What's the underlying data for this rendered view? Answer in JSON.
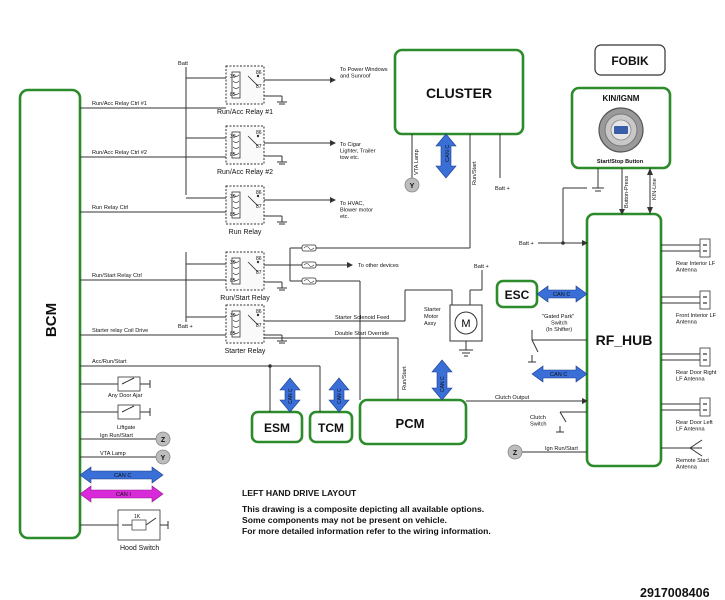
{
  "modules": {
    "bcm": "BCM",
    "cluster": "CLUSTER",
    "fobik": "FOBIK",
    "kin_ignm": "KIN/IGNM",
    "start_stop_button": "Start/Stop Button",
    "rf_hub": "RF_HUB",
    "esc": "ESC",
    "esm": "ESM",
    "tcm": "TCM",
    "pcm": "PCM",
    "starter_motor": "Starter\nMotor\nAssy"
  },
  "relays": [
    {
      "name": "Run/Acc Relay #1",
      "ctrl": "Run/Acc Relay Ctrl #1",
      "load": "To Power Windows\nand Sunroof"
    },
    {
      "name": "Run/Acc Relay #2",
      "ctrl": "Run/Acc Relay Ctrl #2",
      "load": "To Cigar\nLighter, Trailer\ntow etc."
    },
    {
      "name": "Run Relay",
      "ctrl": "Run Relay Ctrl",
      "load": "To HVAC,\nBlower motor\netc."
    },
    {
      "name": "Run/Start Relay",
      "ctrl": "Run/Start Relay Ctrl",
      "load": "To other devices"
    },
    {
      "name": "Starter Relay",
      "ctrl": "Starter relay Coil Drive",
      "load": ""
    }
  ],
  "relay_pins": [
    "30",
    "86",
    "87",
    "85"
  ],
  "wire_labels": {
    "batt": "Batt",
    "batt_plus": "Batt +",
    "acc_run_start": "Acc/Run/Start",
    "starter_solenoid_feed": "Starter Solenoid Feed",
    "double_start_override": "Double Start Override",
    "run_start": "Run/Start",
    "vta_lamp": "VTA Lamp",
    "button_press": "Button-Press",
    "kin_line": "KIN-Line",
    "clutch_output": "Clutch Output",
    "clutch_switch": "Clutch\nSwitch",
    "ign_run_start": "Ign Run/Start",
    "gated_park": "\"Gated Park\"\nSwitch\n(in Shifter)",
    "can_c": "CAN C",
    "can_i": "CAN I"
  },
  "switches": {
    "any_door_ajar": "Any Door Ajar",
    "liftgate": "Liftgate",
    "hood_switch": "Hood Switch",
    "hood_resistor": "1K"
  },
  "connectors": {
    "z": "Z",
    "y": "Y"
  },
  "antennas": [
    "Rear Interior LF\nAntenna",
    "Front Interior LF\nAntenna",
    "Rear Door Right\nLF Antenna",
    "Rear Door Left\nLF Antenna",
    "Remote Start\nAntenna"
  ],
  "notes": {
    "title": "LEFT HAND DRIVE LAYOUT",
    "line1": "This drawing is a composite depicting all available options.",
    "line2": "Some components may not be present on vehicle.",
    "line3": "For more detailed information refer to the wiring information."
  },
  "doc_number": "2917008406",
  "colors": {
    "module_border": "#2c8c2c",
    "can_c": "#3a6fd8",
    "can_i": "#d92ad9",
    "wire": "#333333",
    "connector_fill": "#bdbdbd"
  }
}
